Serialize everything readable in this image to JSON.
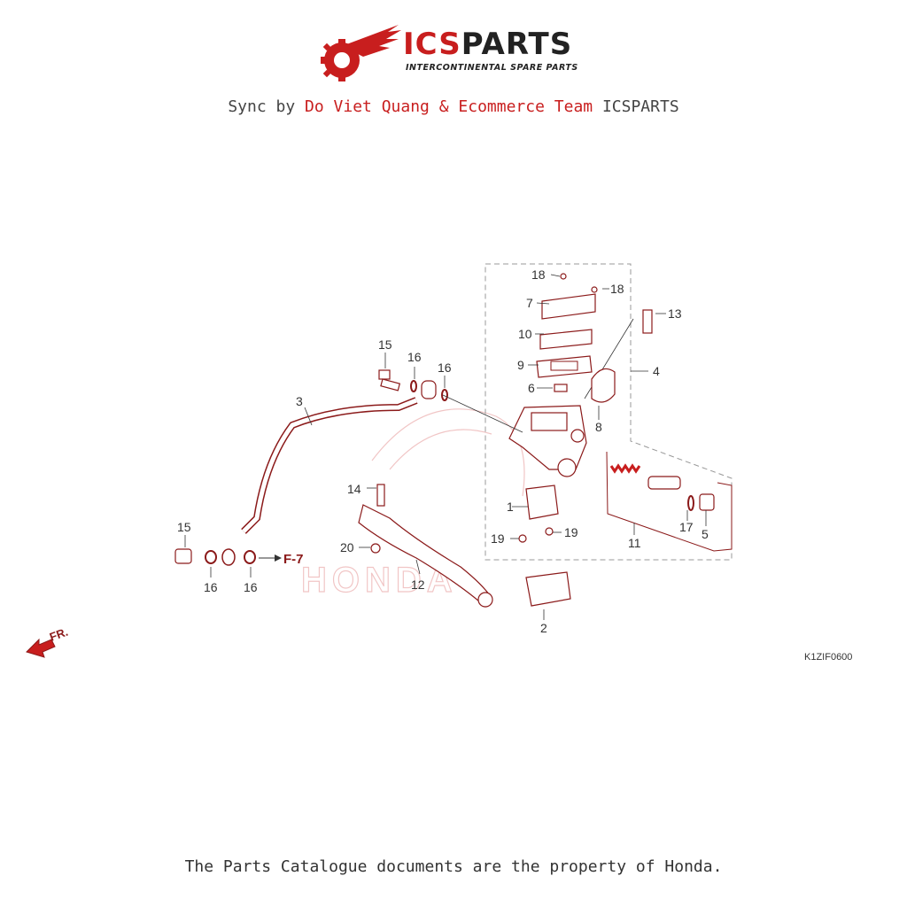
{
  "header": {
    "brand_prefix": "ICS",
    "brand_suffix": "PARTS",
    "tagline": "INTERCONTINENTAL SPARE PARTS",
    "sync_prefix": "Sync by ",
    "sync_highlight": "Do Viet Quang & Ecommerce Team",
    "sync_suffix": " ICSPARTS"
  },
  "diagram": {
    "callouts": [
      "1",
      "2",
      "3",
      "4",
      "5",
      "6",
      "7",
      "8",
      "9",
      "10",
      "11",
      "12",
      "13",
      "14",
      "15",
      "15",
      "16",
      "16",
      "16",
      "16",
      "17",
      "18",
      "18",
      "19",
      "19",
      "20"
    ],
    "reference_arrow_label": "F-7",
    "front_label": "FR.",
    "reference_code": "K1ZIF0600",
    "watermark": "HONDA"
  },
  "footer": {
    "text": "The Parts Catalogue documents are the property of Honda."
  },
  "colors": {
    "brand_red": "#c81e1e",
    "line_color": "#8b1a1a",
    "text_dark": "#333333"
  }
}
